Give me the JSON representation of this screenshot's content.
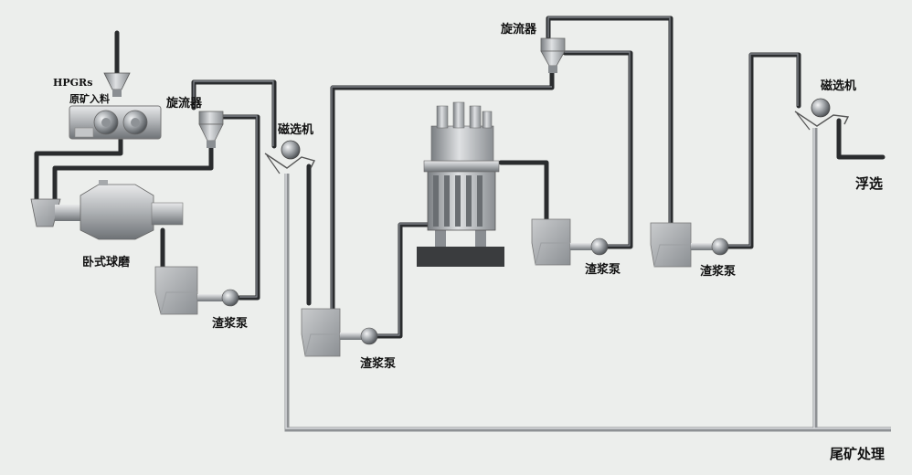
{
  "labels": {
    "hpgrs": "HPGRs",
    "raw_feed": "原矿入料",
    "cyclone_1": "旋流器",
    "cyclone_2": "旋流器",
    "magnetic_sep_1": "磁选机",
    "magnetic_sep_2": "磁选机",
    "ball_mill": "卧式球磨",
    "slurry_pump_1": "渣浆泵",
    "slurry_pump_2": "渣浆泵",
    "slurry_pump_3": "渣浆泵",
    "slurry_pump_4": "渣浆泵",
    "flotation": "浮选",
    "tailings": "尾矿处理"
  },
  "colors": {
    "background": "#eceeec",
    "pipe": "#2a2c2e",
    "tailings_pipe": "#8e9194",
    "equipment": "#a9acaf"
  }
}
